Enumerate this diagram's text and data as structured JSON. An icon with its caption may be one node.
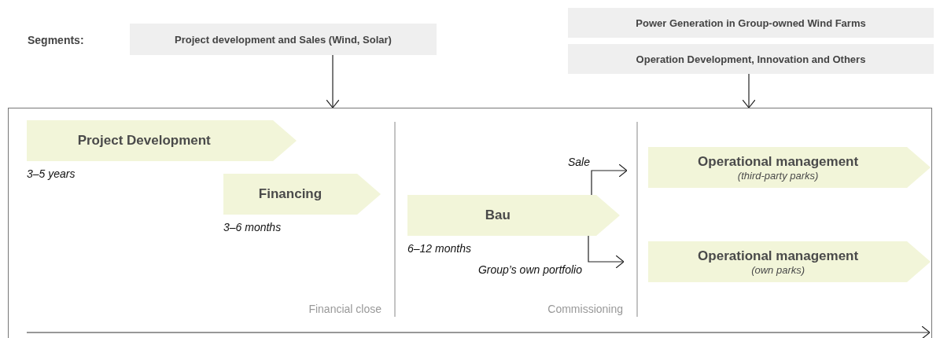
{
  "diagram": {
    "nodes": [
      {
        "text": [
          "Project development and Sales (Wind, Solar)"
        ]
      },
      {
        "text": [
          "Power Generation in Group-owned Wind Farms"
        ]
      },
      {
        "text": [
          "Operation Development, Innovation and Others"
        ]
      },
      {
        "text": [],
        "shape": "box"
      },
      {
        "text": [
          "Project Development"
        ],
        "in": 3,
        "beside": [
          "3–5 years"
        ]
      },
      {
        "text": [
          "Financing"
        ],
        "in": 3,
        "beside": [
          "3–6 months"
        ]
      },
      {
        "text": [
          "Bau"
        ],
        "in": 3,
        "beside": [
          "6–12 months"
        ]
      },
      {
        "text": [
          "Operational management",
          "(third-party parks)"
        ],
        "in": 3
      },
      {
        "text": [
          "Operational management",
          "(own parks)"
        ],
        "in": 3
      }
    ],
    "edges": [
      {
        "from": 0,
        "to": 3,
        "arrow": "to"
      },
      {
        "from": 2,
        "to": 3,
        "arrow": "to"
      },
      {
        "from": 6,
        "to": 7,
        "arrow": "to",
        "label": "Sale"
      },
      {
        "from": 6,
        "to": 8,
        "arrow": "to",
        "label": "Group’s own portfolio"
      }
    ],
    "labels": [
      "Segments:",
      "Financial close",
      "Commissioning"
    ]
  }
}
